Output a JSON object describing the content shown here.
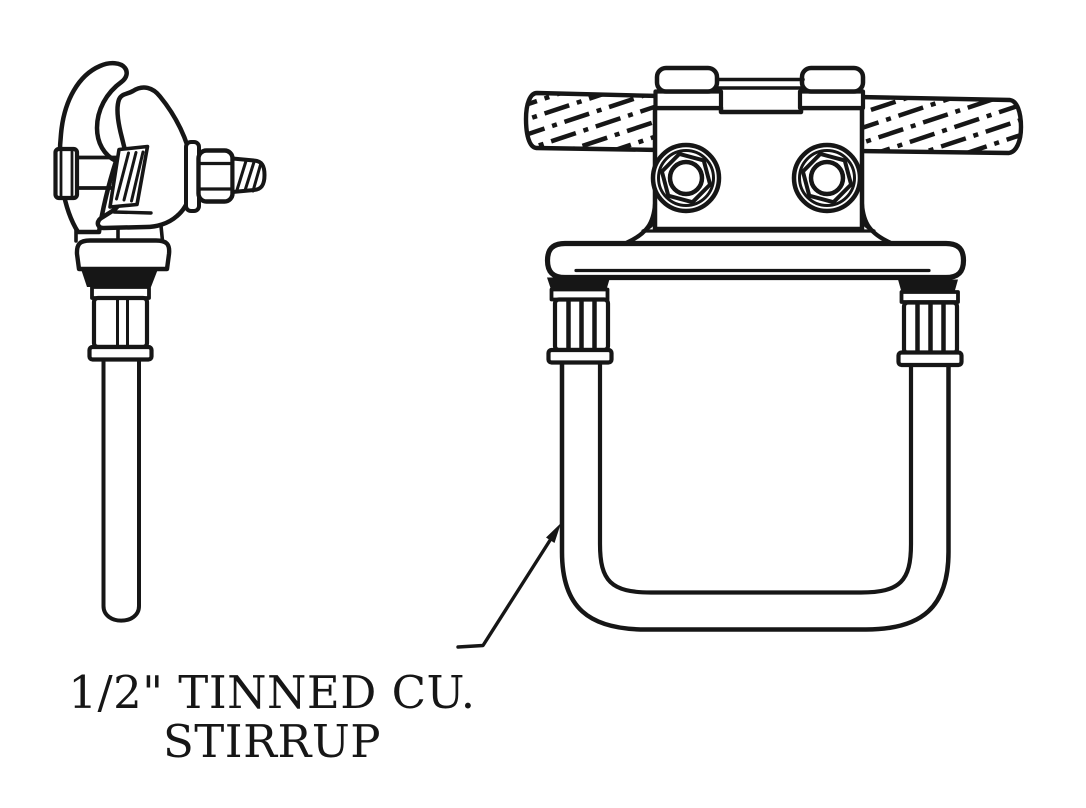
{
  "meta": {
    "ink_color": "#161616",
    "background_color": "#ffffff",
    "drawing_style": "black-and-white engineering line diagram"
  },
  "caption": {
    "line1": "1/2\" TINNED CU.",
    "line2": "STIRRUP"
  },
  "parts": [
    "hot-line-clamp-side-view",
    "clamp-hook-jaws",
    "eye-bolt-with-hex-nut",
    "ferrule-and-copper-tube",
    "stirrup-front-view",
    "stranded-conductor-cable",
    "clamp-body-with-keeper-bolts",
    "stirrup-crossbar",
    "stirrup-u-loop",
    "leader-arrow"
  ]
}
